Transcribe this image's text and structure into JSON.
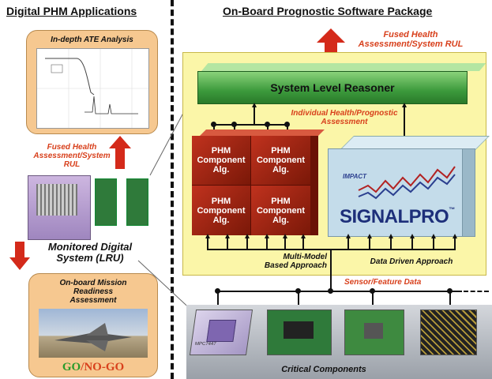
{
  "left_header": "Digital PHM Applications",
  "right_header": "On-Board Prognostic Software Package",
  "ate": {
    "title": "In-depth ATE Analysis"
  },
  "fused_left": [
    "Fused Health",
    "Assessment/System",
    "RUL"
  ],
  "lru_label": [
    "Monitored Digital",
    "System (LRU)"
  ],
  "mission": {
    "title": [
      "On-board Mission",
      "Readiness",
      "Assessment"
    ],
    "go": "GO",
    "slash": "/",
    "nogo": "NO-GO"
  },
  "fused_top": [
    "Fused Health",
    "Assessment/System RUL"
  ],
  "reasoner": "System Level Reasoner",
  "individual": [
    "Individual Health/Prognostic",
    "Assessment"
  ],
  "phm_cells": [
    [
      "PHM",
      "Component",
      "Alg."
    ],
    [
      "PHM",
      "Component",
      "Alg."
    ],
    [
      "PHM",
      "Component",
      "Alg."
    ],
    [
      "PHM",
      "Component",
      "Alg."
    ]
  ],
  "signalpro": {
    "brand": "SIGNALPRO",
    "small": "IMPACT",
    "tm": "™"
  },
  "multi_model": [
    "Multi-Model",
    "Based Approach"
  ],
  "data_driven": "Data Driven  Approach",
  "sensor": "Sensor/Feature Data",
  "critical": "Critical Components",
  "chip_label": "MPC7447",
  "colors": {
    "accent_red": "#d8401c",
    "panel_yellow": "#fbf6a8",
    "reasoner_green": "#3c9a3c",
    "phm_red": "#a82612",
    "peach": "#f6c890",
    "go_green": "#2a9a2a",
    "nogo_red": "#d8401c"
  }
}
